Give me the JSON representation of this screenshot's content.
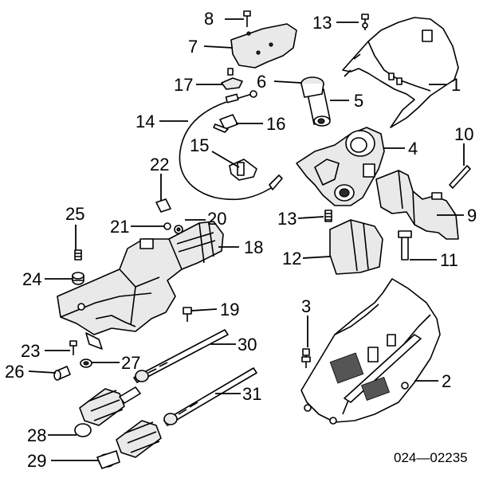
{
  "diagram": {
    "code": "024—02235",
    "labels": {
      "c1": "1",
      "c2": "2",
      "c3": "3",
      "c4": "4",
      "c5": "5",
      "c6": "6",
      "c7": "7",
      "c8": "8",
      "c9": "9",
      "c10": "10",
      "c11": "11",
      "c12": "12",
      "c13a": "13",
      "c13b": "13",
      "c14": "14",
      "c15": "15",
      "c16": "16",
      "c17": "17",
      "c18": "18",
      "c19": "19",
      "c20": "20",
      "c21": "21",
      "c22": "22",
      "c23": "23",
      "c24": "24",
      "c25": "25",
      "c26": "26",
      "c27": "27",
      "c28": "28",
      "c29": "29",
      "c30": "30",
      "c31": "31"
    }
  }
}
